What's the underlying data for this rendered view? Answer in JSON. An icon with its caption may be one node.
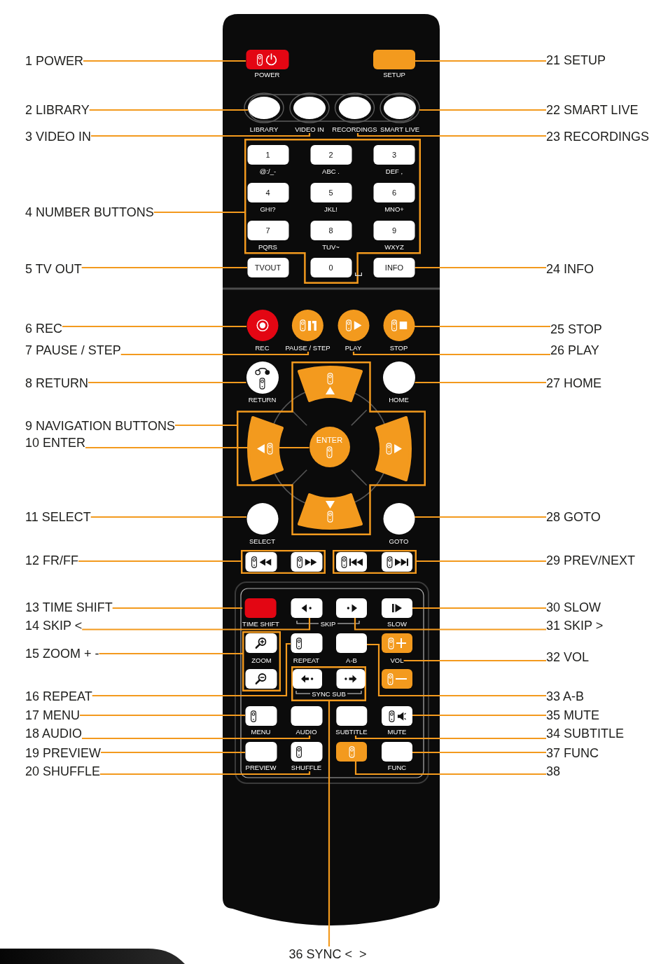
{
  "diagram": {
    "nodes": [
      {
        "text": [
          "1 POWER"
        ]
      },
      {
        "text": [
          "2 LIBRARY"
        ]
      },
      {
        "text": [
          "3 VIDEO IN"
        ]
      },
      {
        "text": [
          "4 NUMBER BUTTONS"
        ]
      },
      {
        "text": [
          "5 TV OUT"
        ]
      },
      {
        "text": [
          "6 REC"
        ]
      },
      {
        "text": [
          "7 PAUSE / STEP"
        ]
      },
      {
        "text": [
          "8 RETURN"
        ]
      },
      {
        "text": [
          "9 NAVIGATION BUTTONS"
        ]
      },
      {
        "text": [
          "10 ENTER"
        ]
      },
      {
        "text": [
          "11 SELECT"
        ]
      },
      {
        "text": [
          "12 FR/FF"
        ]
      },
      {
        "text": [
          "13 TIME SHIFT"
        ]
      },
      {
        "text": [
          "14 SKIP <"
        ]
      },
      {
        "text": [
          "15 ZOOM + -"
        ]
      },
      {
        "text": [
          "16 REPEAT"
        ]
      },
      {
        "text": [
          "17 MENU"
        ]
      },
      {
        "text": [
          "18 AUDIO"
        ]
      },
      {
        "text": [
          "19 PREVIEW"
        ]
      },
      {
        "text": [
          "20 SHUFFLE"
        ]
      },
      {
        "text": [
          "21 SETUP"
        ]
      },
      {
        "text": [
          "22 SMART LIVE"
        ]
      },
      {
        "text": [
          "23 RECORDINGS"
        ]
      },
      {
        "text": [
          "24 INFO"
        ]
      },
      {
        "text": [
          "25 STOP"
        ]
      },
      {
        "text": [
          "26 PLAY"
        ]
      },
      {
        "text": [
          "27 HOME"
        ]
      },
      {
        "text": [
          "28 GOTO"
        ]
      },
      {
        "text": [
          "29 PREV/NEXT"
        ]
      },
      {
        "text": [
          "30 SLOW"
        ]
      },
      {
        "text": [
          "31 SKIP >"
        ]
      },
      {
        "text": [
          "32 VOL"
        ]
      },
      {
        "text": [
          "33 A-B"
        ]
      },
      {
        "text": [
          "34 SUBTITLE"
        ]
      },
      {
        "text": [
          "35 MUTE"
        ]
      },
      {
        "text": [
          "36 SYNC <  >"
        ]
      },
      {
        "text": [
          "37 FUNC"
        ]
      },
      {
        "text": [
          "38"
        ]
      },
      {
        "text": [],
        "shape": "box"
      },
      {
        "text": [
          "POWER"
        ],
        "in": 38
      },
      {
        "text": [
          "SETUP"
        ],
        "in": 38
      },
      {
        "text": [
          "LIBRARY"
        ],
        "in": 38
      },
      {
        "text": [
          "VIDEO IN"
        ],
        "in": 38
      },
      {
        "text": [
          "RECORDINGS"
        ],
        "in": 38
      },
      {
        "text": [
          "SMART LIVE"
        ],
        "in": 38
      },
      {
        "text": [],
        "shape": "box",
        "in": 38
      },
      {
        "text": [
          "1",
          "@:/_-"
        ],
        "in": 45
      },
      {
        "text": [
          "2",
          "ABC ."
        ],
        "in": 45
      },
      {
        "text": [
          "3",
          "DEF ,"
        ],
        "in": 45
      },
      {
        "text": [
          "4",
          "GHI?"
        ],
        "in": 45
      },
      {
        "text": [
          "5",
          "JKL!"
        ],
        "in": 45
      },
      {
        "text": [
          "6",
          "MNO+"
        ],
        "in": 45
      },
      {
        "text": [
          "7",
          "PQRS"
        ],
        "in": 45
      },
      {
        "text": [
          "8",
          "TUV~"
        ],
        "in": 45
      },
      {
        "text": [
          "9",
          "WXYZ"
        ],
        "in": 45
      },
      {
        "text": [
          "TVOUT"
        ],
        "in": 38
      },
      {
        "text": [
          "0"
        ],
        "in": 45
      },
      {
        "text": [
          "INFO"
        ],
        "in": 38
      },
      {
        "text": [
          "REC"
        ],
        "in": 38
      },
      {
        "text": [
          "PAUSE / STEP"
        ],
        "in": 38
      },
      {
        "text": [
          "PLAY"
        ],
        "in": 38
      },
      {
        "text": [
          "STOP"
        ],
        "in": 38
      },
      {
        "text": [
          "RETURN"
        ],
        "in": 38
      },
      {
        "text": [],
        "shape": "cross",
        "in": 38
      },
      {
        "text": [],
        "shape": "arc",
        "in": 63
      },
      {
        "text": [
          "HOME"
        ],
        "in": 38
      },
      {
        "text": [],
        "shape": "arc",
        "in": 63
      },
      {
        "text": [
          "ENTER"
        ],
        "in": 63
      },
      {
        "text": [],
        "shape": "arc",
        "in": 63
      },
      {
        "text": [
          "SELECT"
        ],
        "in": 38
      },
      {
        "text": [],
        "shape": "arc",
        "in": 63
      },
      {
        "text": [
          "GOTO"
        ],
        "in": 38
      },
      {
        "text": [],
        "shape": "box",
        "in": 38
      },
      {
        "text": [],
        "shape": "box",
        "in": 72
      },
      {
        "text": [],
        "shape": "box",
        "in": 72
      },
      {
        "text": [],
        "shape": "box",
        "in": 38
      },
      {
        "text": [],
        "shape": "box",
        "in": 75
      },
      {
        "text": [],
        "shape": "box",
        "in": 75
      },
      {
        "text": [
          "TIME SHIFT"
        ],
        "in": 38
      },
      {
        "text": [],
        "shape": "box",
        "in": 38
      },
      {
        "text": [],
        "shape": "box",
        "in": 38
      },
      {
        "text": [
          "SLOW"
        ],
        "in": 38
      },
      {
        "text": [
          "ZOOM"
        ],
        "in": 38
      },
      {
        "text": [],
        "shape": "box",
        "in": 82
      },
      {
        "text": [
          "REPEAT"
        ],
        "in": 38
      },
      {
        "text": [
          "A-B"
        ],
        "in": 38
      },
      {
        "text": [],
        "shape": "box",
        "in": 38
      },
      {
        "text": [
          "VOL"
        ],
        "in": 38
      },
      {
        "text": [],
        "shape": "box",
        "in": 82
      },
      {
        "text": [
          "SYNC SUB"
        ],
        "in": 38
      },
      {
        "text": [],
        "shape": "box",
        "in": 89
      },
      {
        "text": [],
        "shape": "box",
        "in": 89
      },
      {
        "text": [],
        "shape": "box",
        "in": 38
      },
      {
        "text": [
          "MENU"
        ],
        "in": 38
      },
      {
        "text": [
          "AUDIO"
        ],
        "in": 38
      },
      {
        "text": [
          "SUBTITLE"
        ],
        "in": 38
      },
      {
        "text": [
          "MUTE"
        ],
        "in": 38
      },
      {
        "text": [
          "PREVIEW"
        ],
        "in": 38
      },
      {
        "text": [
          "SHUFFLE"
        ],
        "in": 38
      },
      {
        "text": [],
        "shape": "box",
        "in": 38
      },
      {
        "text": [
          "FUNC"
        ],
        "in": 38
      }
    ],
    "edges": [
      {
        "from": 0,
        "to": 39,
        "arrow": "none"
      },
      {
        "from": 1,
        "to": 41,
        "arrow": "none"
      },
      {
        "from": 2,
        "to": 42,
        "arrow": "none"
      },
      {
        "from": 3,
        "to": 45,
        "arrow": "none"
      },
      {
        "from": 4,
        "to": 55,
        "arrow": "none"
      },
      {
        "from": 5,
        "to": 58,
        "arrow": "none"
      },
      {
        "from": 6,
        "to": 59,
        "arrow": "none"
      },
      {
        "from": 7,
        "to": 62,
        "arrow": "none"
      },
      {
        "from": 8,
        "to": 63,
        "arrow": "none"
      },
      {
        "from": 9,
        "to": 67,
        "arrow": "none"
      },
      {
        "from": 10,
        "to": 69,
        "arrow": "none"
      },
      {
        "from": 11,
        "to": 72,
        "arrow": "none"
      },
      {
        "from": 12,
        "to": 78,
        "arrow": "none"
      },
      {
        "from": 13,
        "to": 79,
        "arrow": "none"
      },
      {
        "from": 14,
        "to": 82,
        "arrow": "none"
      },
      {
        "from": 15,
        "to": 84,
        "arrow": "none"
      },
      {
        "from": 16,
        "to": 93,
        "arrow": "none"
      },
      {
        "from": 17,
        "to": 94,
        "arrow": "none"
      },
      {
        "from": 18,
        "to": 97,
        "arrow": "none"
      },
      {
        "from": 19,
        "to": 98,
        "arrow": "none"
      },
      {
        "from": 20,
        "to": 40,
        "arrow": "none"
      },
      {
        "from": 21,
        "to": 44,
        "arrow": "none"
      },
      {
        "from": 22,
        "to": 43,
        "arrow": "none"
      },
      {
        "from": 23,
        "to": 57,
        "arrow": "none"
      },
      {
        "from": 24,
        "to": 61,
        "arrow": "none"
      },
      {
        "from": 25,
        "to": 60,
        "arrow": "none"
      },
      {
        "from": 26,
        "to": 65,
        "arrow": "none"
      },
      {
        "from": 27,
        "to": 71,
        "arrow": "none"
      },
      {
        "from": 28,
        "to": 75,
        "arrow": "none"
      },
      {
        "from": 29,
        "to": 81,
        "arrow": "none"
      },
      {
        "from": 30,
        "to": 80,
        "arrow": "none"
      },
      {
        "from": 31,
        "to": 87,
        "arrow": "none"
      },
      {
        "from": 32,
        "to": 85,
        "arrow": "none"
      },
      {
        "from": 33,
        "to": 95,
        "arrow": "none"
      },
      {
        "from": 34,
        "to": 96,
        "arrow": "none"
      },
      {
        "from": 35,
        "to": 89,
        "arrow": "none"
      },
      {
        "from": 36,
        "to": 100,
        "arrow": "none"
      },
      {
        "from": 37,
        "to": 99,
        "arrow": "none"
      }
    ],
    "labels": [
      "SKIP"
    ]
  }
}
